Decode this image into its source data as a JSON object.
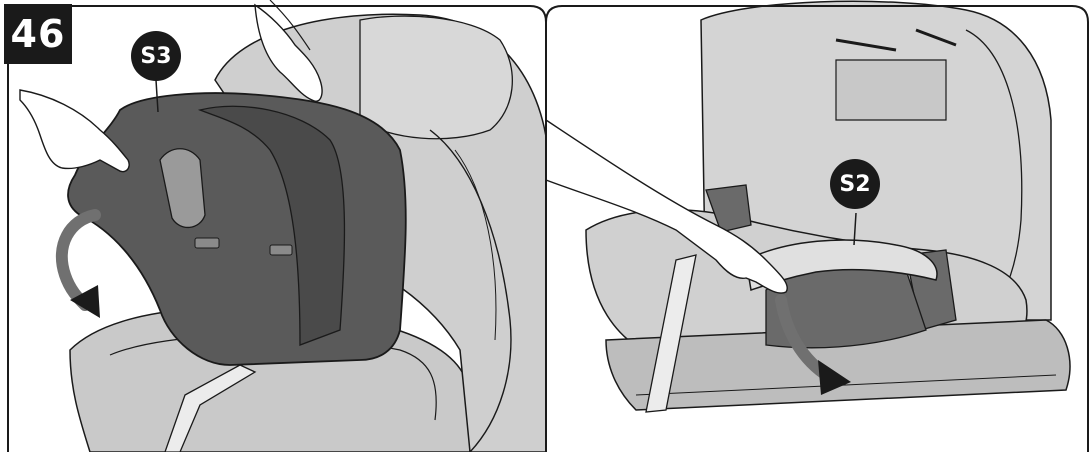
{
  "step": {
    "number": "46"
  },
  "left_panel": {
    "callout_label": "S3"
  },
  "right_panel": {
    "callout_label": "S2"
  },
  "colors": {
    "cover_dark": "#5a5a5a",
    "seat_gray": "#c4c4c4",
    "seat_light": "#d9d9d9",
    "outline": "#1a1a1a",
    "background": "#ffffff"
  }
}
